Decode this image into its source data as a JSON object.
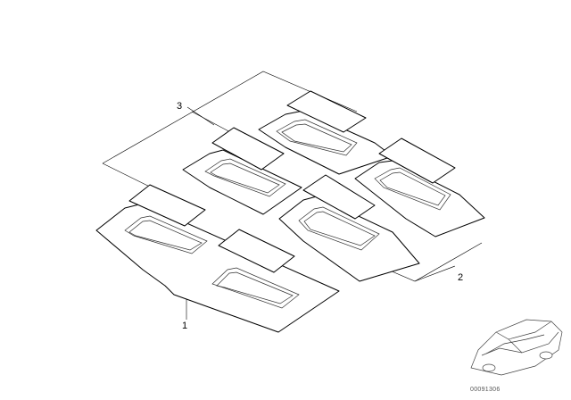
{
  "diagram": {
    "callouts": {
      "part_1": "1",
      "part_2": "2",
      "part_3": "3"
    },
    "reference_code": "00091306"
  },
  "colors": {
    "line": "#000000",
    "background": "#ffffff"
  }
}
